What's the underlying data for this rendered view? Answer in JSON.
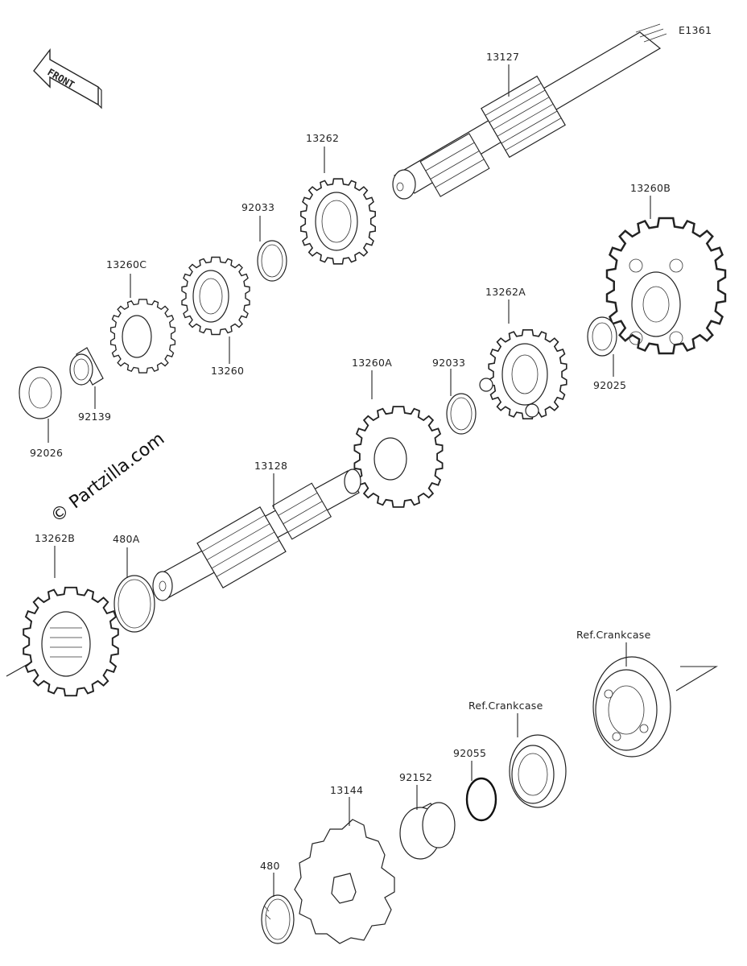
{
  "diagram_id": "E1361",
  "direction_label": "FRONT",
  "watermark": "© Partzilla.com",
  "labels": {
    "p13127": "13127",
    "p13262": "13262",
    "p92033_top": "92033",
    "p13260C": "13260C",
    "p13260": "13260",
    "p92139": "92139",
    "p92026": "92026",
    "p13260B": "13260B",
    "p13262A": "13262A",
    "p92025": "92025",
    "p13260A": "13260A",
    "p92033_mid": "92033",
    "p13128": "13128",
    "p13262B": "13262B",
    "p480A": "480A",
    "ref_crankcase_1": "Ref.Crankcase",
    "ref_crankcase_2": "Ref.Crankcase",
    "p92055": "92055",
    "p92152": "92152",
    "p13144": "13144",
    "p480": "480"
  }
}
